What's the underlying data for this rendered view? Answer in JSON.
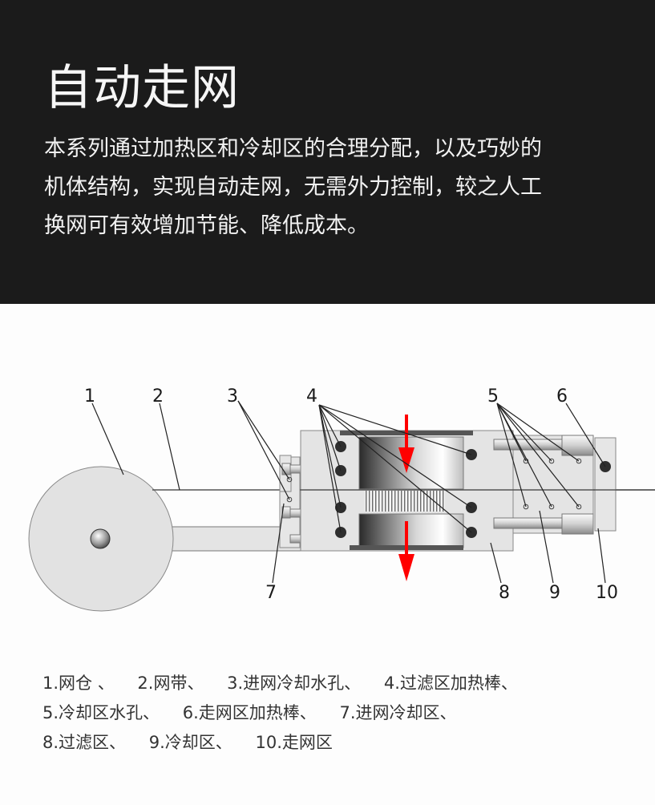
{
  "header": {
    "title": "自动走网",
    "description_lines": [
      "本系列通过加热区和冷却区的合理分配，以及巧妙的",
      "机体结构，实现自动走网，无需外力控制，较之人工",
      "换网可有效增加节能、降低成本。"
    ]
  },
  "diagram": {
    "callout_numbers": [
      "1",
      "2",
      "3",
      "4",
      "5",
      "6",
      "7",
      "8",
      "9",
      "10"
    ],
    "arrow_color": "#ff0000"
  },
  "legend": {
    "rows": [
      [
        "1.网仓 、",
        "2.网带、",
        "3.进网冷却水孔、",
        "4.过滤区加热棒、"
      ],
      [
        "5.冷却区水孔、",
        "6.走网区加热棒、",
        "7.进网冷却区、"
      ],
      [
        "8.过滤区、",
        "9.冷却区、",
        "10.走网区"
      ]
    ]
  },
  "colors": {
    "header_bg": "#1b1b1b",
    "page_bg": "#fdfdfd",
    "part_fill": "#e4e4e4",
    "arrow": "#ff0000"
  }
}
